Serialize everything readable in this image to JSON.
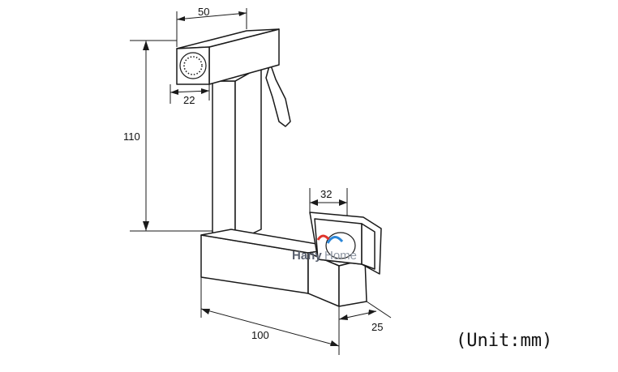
{
  "dimensions": {
    "head_width": "50",
    "nozzle_face": "22",
    "height": "110",
    "valve": "32",
    "base_length": "100",
    "base_depth": "25"
  },
  "unit_note": "(Unit:mm)",
  "watermark": {
    "part1": "Hany",
    "part2": "Home",
    "colors": [
      "#e0342c",
      "#2a86d8",
      "#6a6f7a"
    ]
  },
  "colors": {
    "line": "#1a1a1a",
    "background": "#ffffff"
  }
}
